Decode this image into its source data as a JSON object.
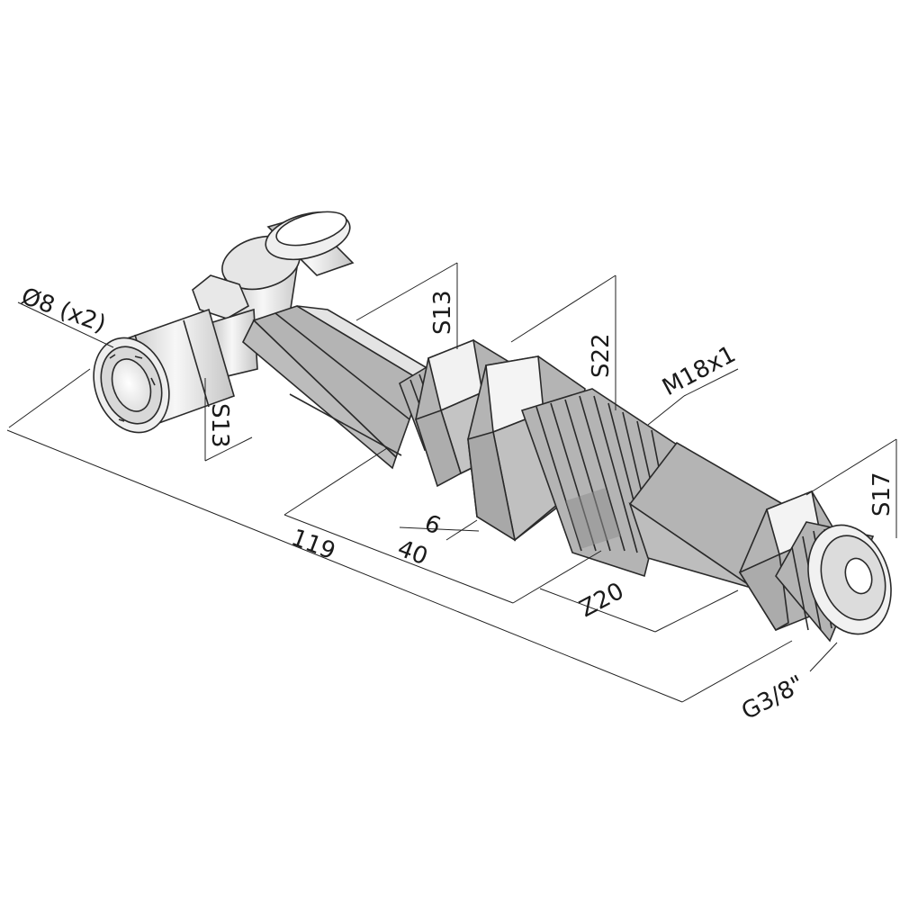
{
  "labels": {
    "bore": "Ø8 (x2)",
    "s13_top": "S13",
    "s13_left": "S13",
    "s22": "S22",
    "m18": "M18x1",
    "s17": "S17",
    "d6": "6",
    "d40": "40",
    "d119": "119",
    "z20": "Z20",
    "g38": "G3/8\""
  },
  "colors": {
    "metal_light": "#f4f4f4",
    "metal_mid": "#d9d9d9",
    "metal_dark": "#9d9d9d",
    "outline": "#2a2a2a"
  }
}
